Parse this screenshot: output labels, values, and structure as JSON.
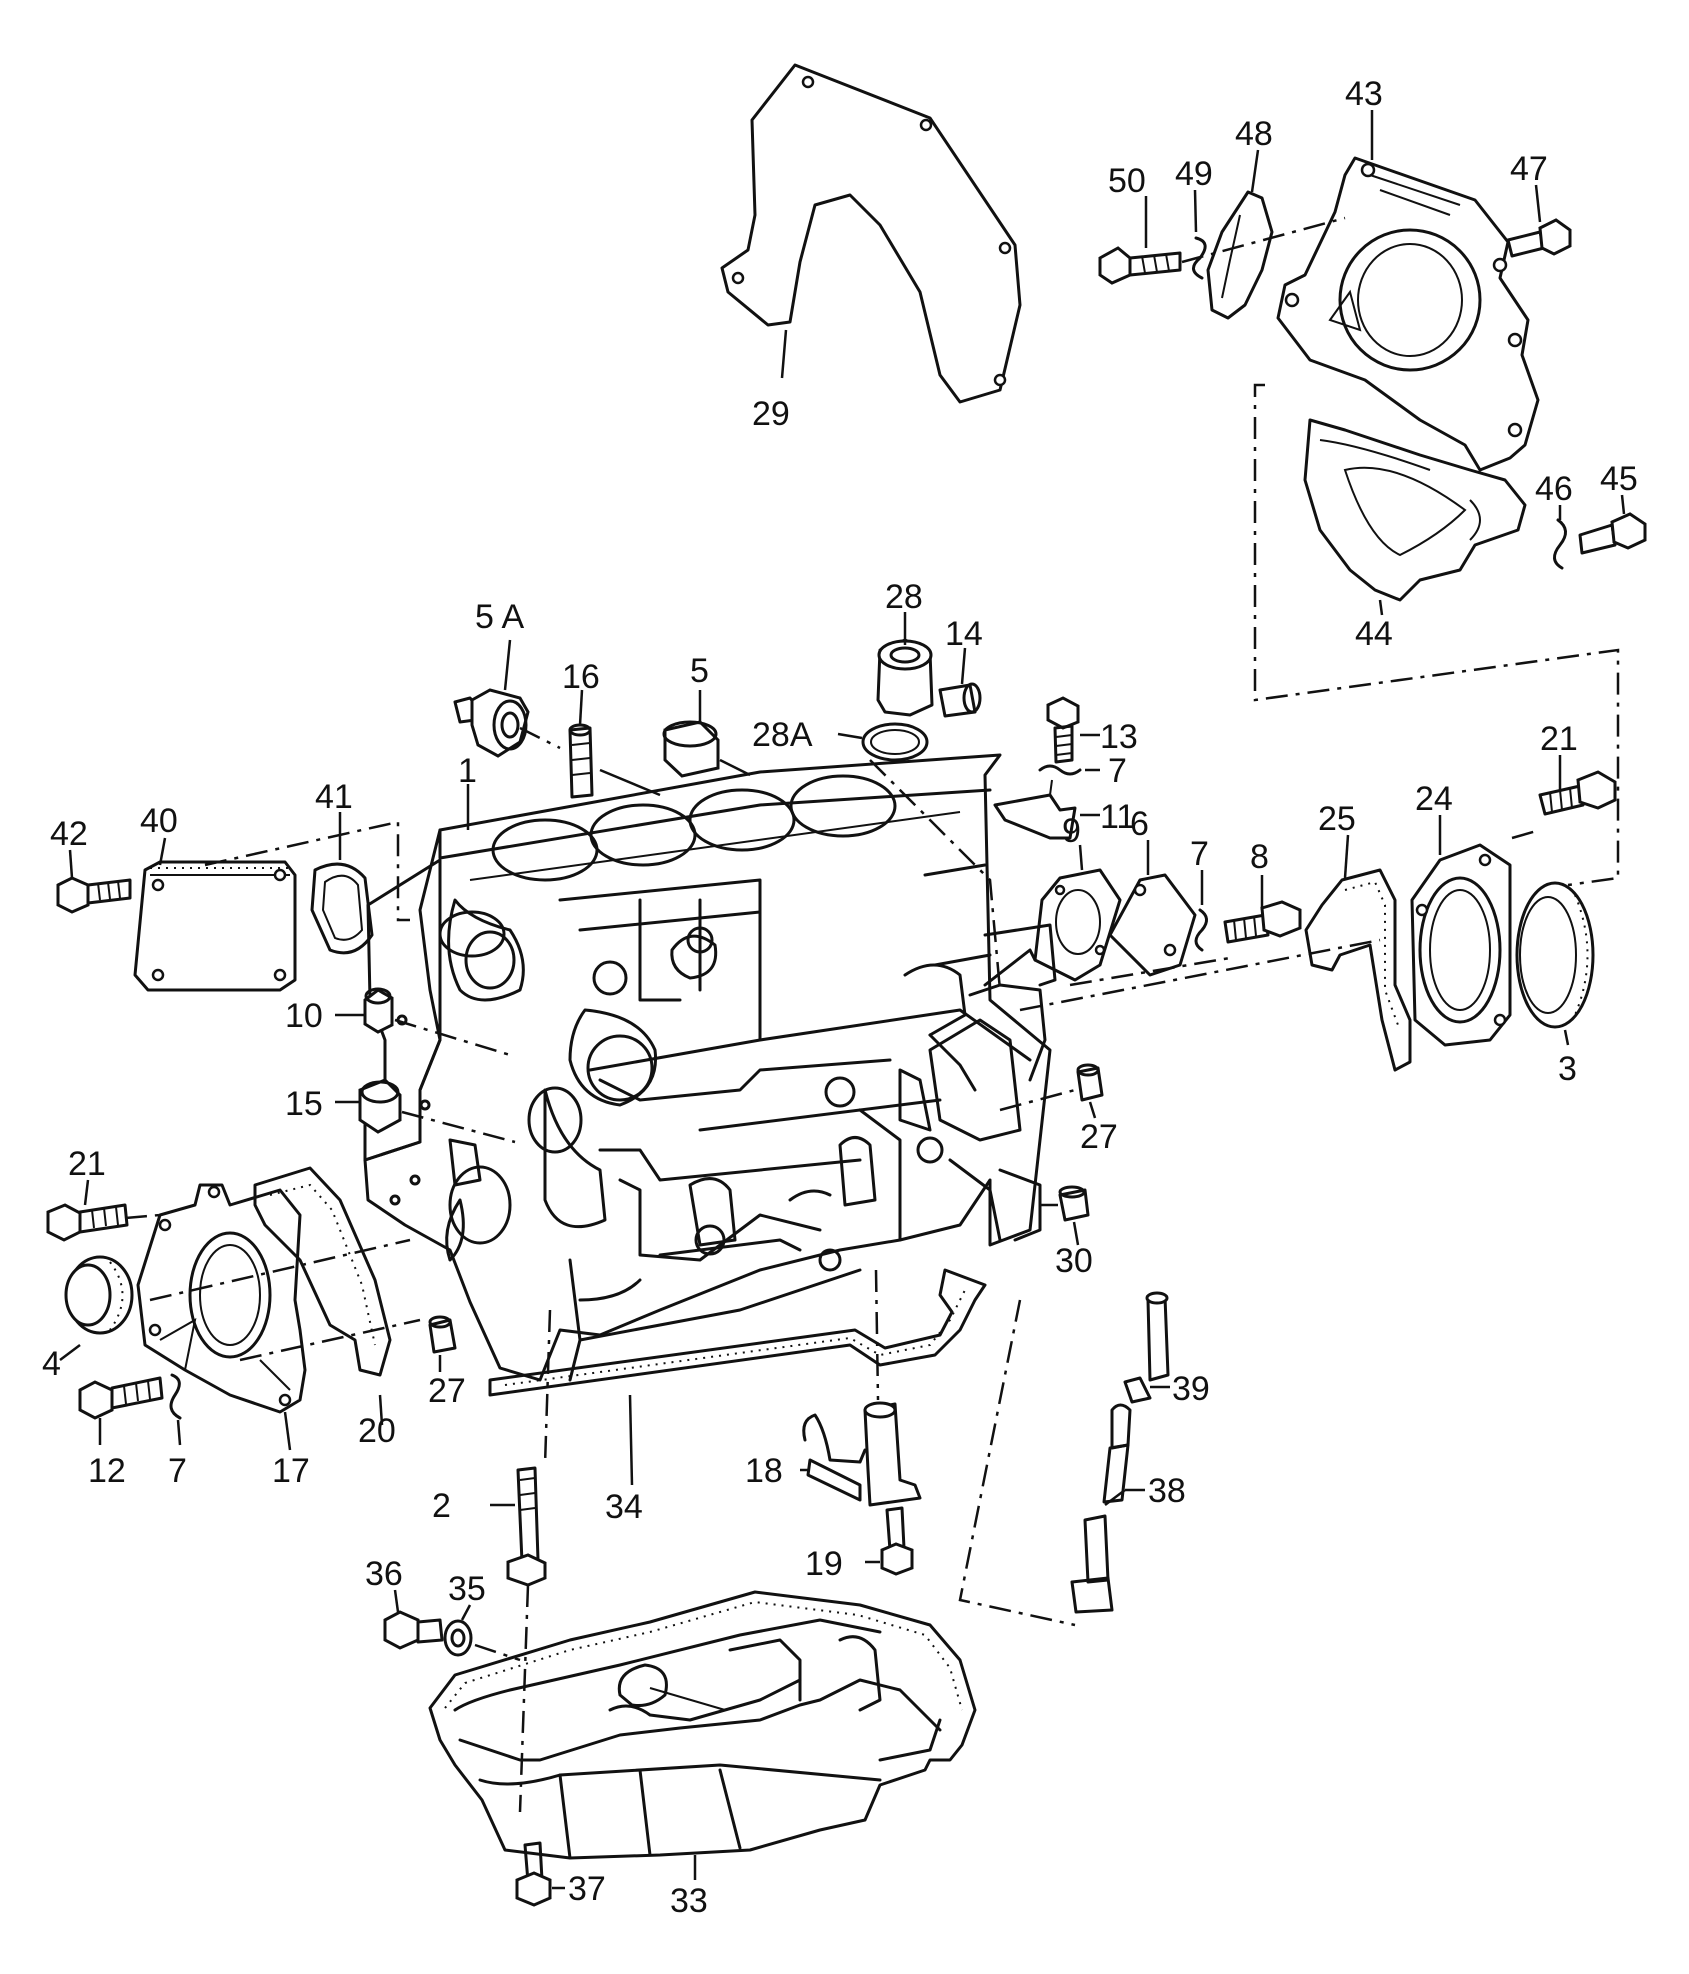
{
  "callouts": [
    {
      "id": "c1",
      "text": "1"
    },
    {
      "id": "c2",
      "text": "2"
    },
    {
      "id": "c3",
      "text": "3"
    },
    {
      "id": "c4",
      "text": "4"
    },
    {
      "id": "c5",
      "text": "5"
    },
    {
      "id": "c5a",
      "text": "5 A"
    },
    {
      "id": "c6",
      "text": "6"
    },
    {
      "id": "c7a",
      "text": "7"
    },
    {
      "id": "c7b",
      "text": "7"
    },
    {
      "id": "c7c",
      "text": "7"
    },
    {
      "id": "c8",
      "text": "8"
    },
    {
      "id": "c9",
      "text": "9"
    },
    {
      "id": "c10",
      "text": "10"
    },
    {
      "id": "c11",
      "text": "11"
    },
    {
      "id": "c12",
      "text": "12"
    },
    {
      "id": "c13",
      "text": "13"
    },
    {
      "id": "c14",
      "text": "14"
    },
    {
      "id": "c15",
      "text": "15"
    },
    {
      "id": "c16",
      "text": "16"
    },
    {
      "id": "c17",
      "text": "17"
    },
    {
      "id": "c18",
      "text": "18"
    },
    {
      "id": "c19",
      "text": "19"
    },
    {
      "id": "c20",
      "text": "20"
    },
    {
      "id": "c21a",
      "text": "21"
    },
    {
      "id": "c21b",
      "text": "21"
    },
    {
      "id": "c24",
      "text": "24"
    },
    {
      "id": "c25",
      "text": "25"
    },
    {
      "id": "c27a",
      "text": "27"
    },
    {
      "id": "c27b",
      "text": "27"
    },
    {
      "id": "c28",
      "text": "28"
    },
    {
      "id": "c28a",
      "text": "28A"
    },
    {
      "id": "c29",
      "text": "29"
    },
    {
      "id": "c30",
      "text": "30"
    },
    {
      "id": "c33",
      "text": "33"
    },
    {
      "id": "c34",
      "text": "34"
    },
    {
      "id": "c35",
      "text": "35"
    },
    {
      "id": "c36",
      "text": "36"
    },
    {
      "id": "c37",
      "text": "37"
    },
    {
      "id": "c38",
      "text": "38"
    },
    {
      "id": "c39",
      "text": "39"
    },
    {
      "id": "c40",
      "text": "40"
    },
    {
      "id": "c41",
      "text": "41"
    },
    {
      "id": "c42",
      "text": "42"
    },
    {
      "id": "c43",
      "text": "43"
    },
    {
      "id": "c44",
      "text": "44"
    },
    {
      "id": "c45",
      "text": "45"
    },
    {
      "id": "c46",
      "text": "46"
    },
    {
      "id": "c47",
      "text": "47"
    },
    {
      "id": "c48",
      "text": "48"
    },
    {
      "id": "c49",
      "text": "49"
    },
    {
      "id": "c50",
      "text": "50"
    }
  ]
}
